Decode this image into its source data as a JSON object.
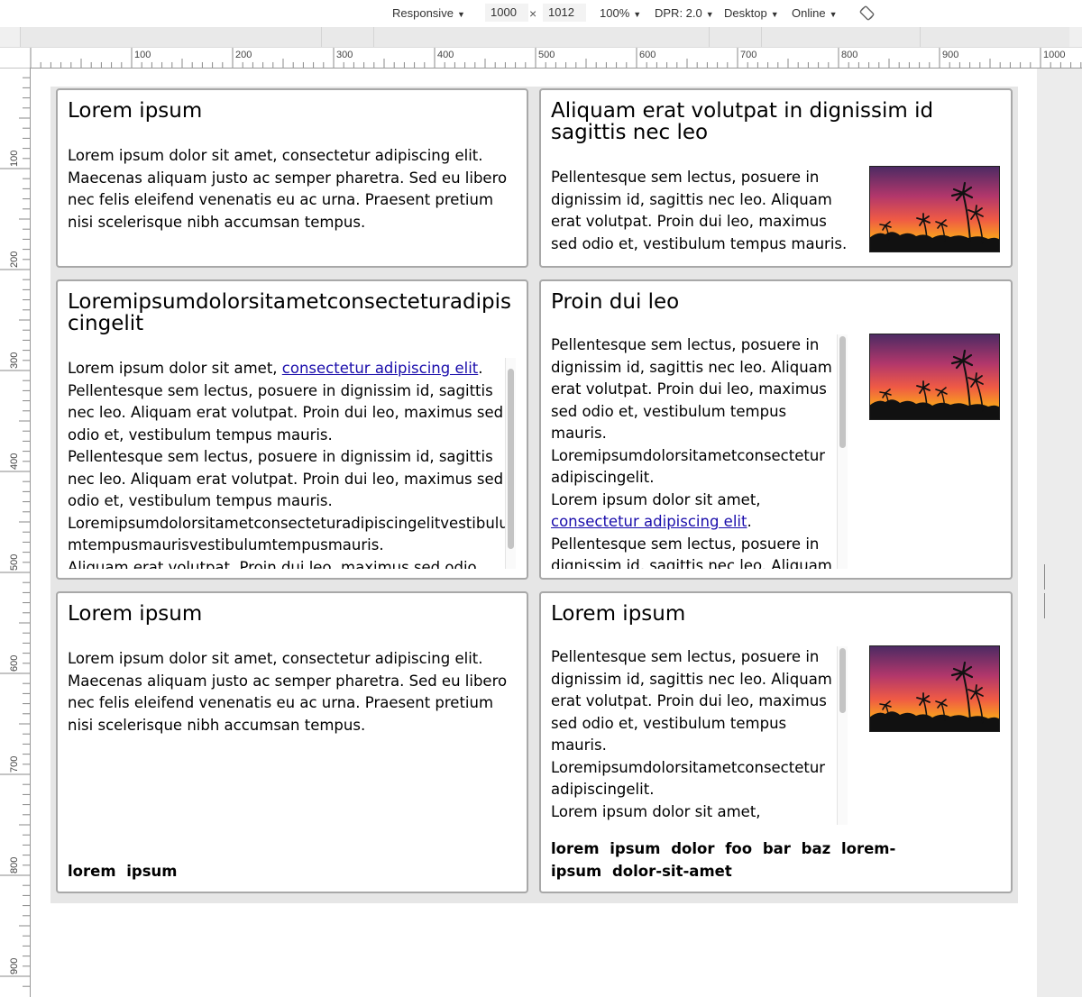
{
  "devtools": {
    "device": "Responsive",
    "width": "1000",
    "times": "×",
    "height": "1012",
    "zoom": "100%",
    "dpr": "DPR: 2.0",
    "mode": "Desktop",
    "network": "Online",
    "ruler_h": [
      "100",
      "200",
      "300",
      "400",
      "500",
      "600",
      "700",
      "800",
      "900",
      "1000"
    ],
    "ruler_v": [
      "100",
      "200",
      "300",
      "400",
      "500",
      "600",
      "700",
      "800",
      "900"
    ]
  },
  "cards": [
    {
      "title": "Lorem ipsum",
      "text": "Lorem ipsum dolor sit amet, consectetur adipiscing elit. Maecenas aliquam justo ac semper pharetra. Sed eu libero nec felis eleifend venenatis eu ac urna. Praesent pretium nisi scelerisque nibh accumsan tempus."
    },
    {
      "title": "Aliquam erat volutpat in dignissim id sagittis nec leo",
      "text": "Pellentesque sem lectus, posuere in dignissim id, sagittis nec leo. Aliquam erat volutpat. Proin dui leo, maximus sed odio et, vestibulum tempus mauris."
    },
    {
      "title": "Loremipsumdolorsitametconsecteturadipiscingelit",
      "lead": "Lorem ipsum dolor sit amet, ",
      "link": "consectetur adipiscing elit",
      "after": ".",
      "p2": "Pellentesque sem lectus, posuere in dignissim id, sagittis nec leo. Aliquam erat volutpat. Proin dui leo, maximus sed odio et, vestibulum tempus mauris.",
      "p3": "Pellentesque sem lectus, posuere in dignissim id, sagittis nec leo. Aliquam erat volutpat. Proin dui leo, maximus sed odio et, vestibulum tempus mauris.",
      "p4": "Loremipsumdolorsitametconsecteturadipiscingelitvestibulumtempusmaurisvestibulumtempusmauris.",
      "p5": "Aliquam erat volutpat. Proin dui leo, maximus sed odio"
    },
    {
      "title": "Proin dui leo",
      "p1": "Pellentesque sem lectus, posuere in dignissim id, sagittis nec leo. Aliquam erat volutpat. Proin dui leo, maximus sed odio et, vestibulum tempus mauris.",
      "p2": "Loremipsumdolorsitametconsectetur adipiscingelit.",
      "lead": "Lorem ipsum dolor sit amet, ",
      "link": "consectetur adipiscing elit",
      "after": ".",
      "p4": "Pellentesque sem lectus, posuere in dignissim id, sagittis nec leo. Aliquam"
    },
    {
      "title": "Lorem ipsum",
      "text": "Lorem ipsum dolor sit amet, consectetur adipiscing elit. Maecenas aliquam justo ac semper pharetra. Sed eu libero nec felis eleifend venenatis eu ac urna. Praesent pretium nisi scelerisque nibh accumsan tempus.",
      "footer": "lorem ipsum"
    },
    {
      "title": "Lorem ipsum",
      "p1": "Pellentesque sem lectus, posuere in dignissim id, sagittis nec leo. Aliquam erat volutpat. Proin dui leo, maximus sed odio et, vestibulum tempus mauris.",
      "p2": "Loremipsumdolorsitametconsectetur adipiscingelit.",
      "p3": "Lorem ipsum dolor sit amet,",
      "footer": "lorem ipsum dolor foo bar baz lorem-ipsum dolor-sit-amet"
    }
  ]
}
